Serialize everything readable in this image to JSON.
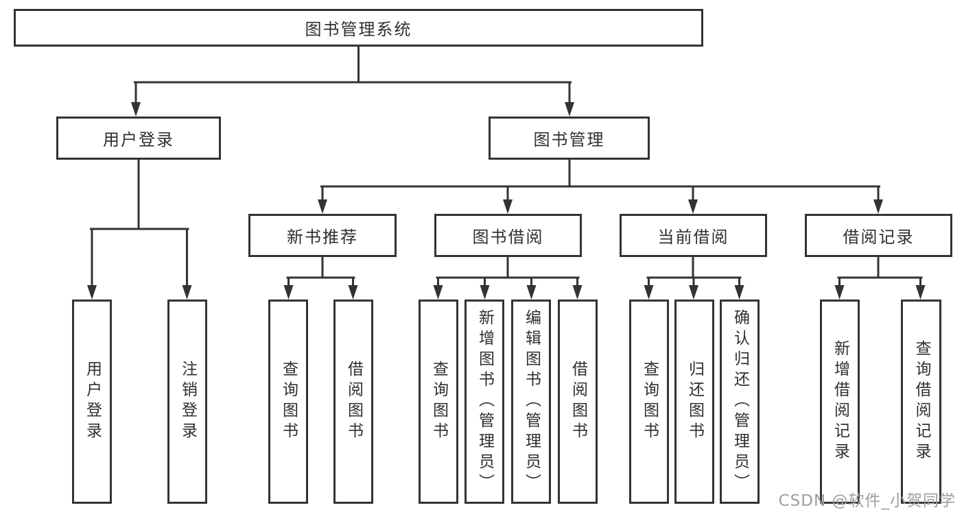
{
  "colors": {
    "line": "#333333",
    "node_border": "#333333",
    "node_text": "#2f2f2f",
    "watermark": "#9e9e9e",
    "background": "#ffffff"
  },
  "tree": {
    "root": "图书管理系统",
    "children": [
      {
        "label": "用户登录",
        "children": [
          {
            "label": "用户登录"
          },
          {
            "label": "注销登录"
          }
        ]
      },
      {
        "label": "图书管理",
        "children": [
          {
            "label": "新书推荐",
            "children": [
              {
                "label": "查询图书"
              },
              {
                "label": "借阅图书"
              }
            ]
          },
          {
            "label": "图书借阅",
            "children": [
              {
                "label": "查询图书"
              },
              {
                "label": "新增图书（管理员）"
              },
              {
                "label": "编辑图书（管理员）"
              },
              {
                "label": "借阅图书"
              }
            ]
          },
          {
            "label": "当前借阅",
            "children": [
              {
                "label": "查询图书"
              },
              {
                "label": "归还图书"
              },
              {
                "label": "确认归还（管理员）"
              }
            ]
          },
          {
            "label": "借阅记录",
            "children": [
              {
                "label": "新增借阅记录"
              },
              {
                "label": "查询借阅记录"
              }
            ]
          }
        ]
      }
    ]
  },
  "watermark": "CSDN @软件_小贺同学"
}
